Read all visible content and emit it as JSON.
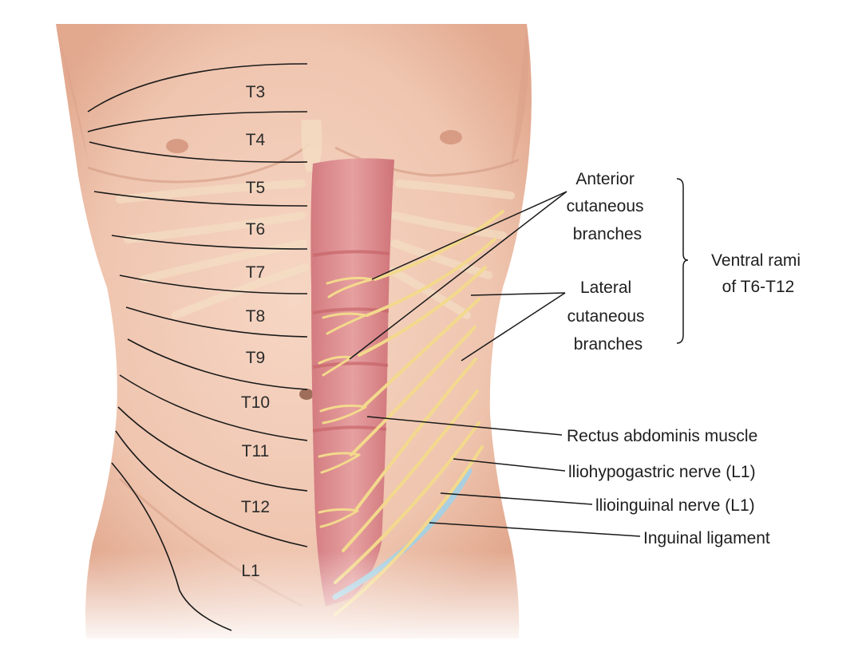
{
  "dermatomes": [
    "T3",
    "T4",
    "T5",
    "T6",
    "T7",
    "T8",
    "T9",
    "T10",
    "T11",
    "T12",
    "L1"
  ],
  "labels": {
    "anterior": [
      "Anterior",
      "cutaneous",
      "branches"
    ],
    "lateral": [
      "Lateral",
      "cutaneous",
      "branches"
    ],
    "ventral": [
      "Ventral rami",
      "of T6-T12"
    ],
    "rectus": "Rectus abdominis muscle",
    "iliohypogastric": "lliohypogastric nerve (L1)",
    "ilioinguinal": "llioinguinal nerve (L1)",
    "inguinal": "Inguinal ligament"
  },
  "colors": {
    "skin": "#efc6b1",
    "skin_shadow": "#dba48c",
    "muscle": "#d9868a",
    "nerve": "#f3dc92",
    "ligament": "#a9cfe0",
    "line": "#1a1a1a"
  }
}
